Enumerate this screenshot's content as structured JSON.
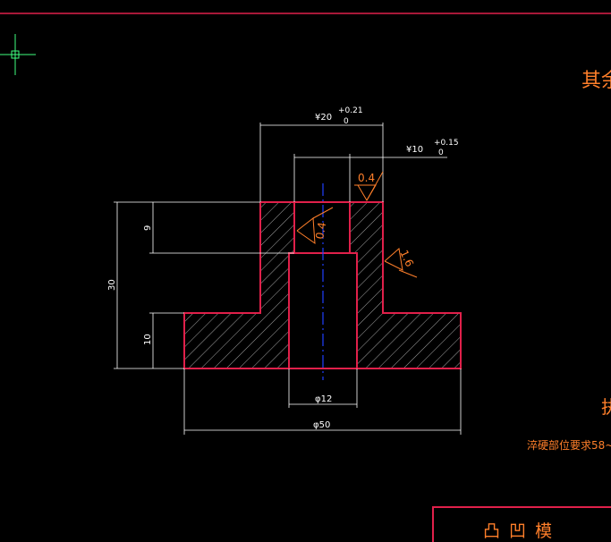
{
  "dimensions": {
    "bore_top_dia": "¥20",
    "bore_top_tol_upper": "+0.21",
    "bore_top_tol_lower": "0",
    "bore_inner_dia": "¥10",
    "bore_inner_tol_upper": "+0.15",
    "bore_inner_tol_lower": "0",
    "height_total": "30",
    "height_top": "9",
    "height_flange": "10",
    "hole_dia": "φ12",
    "outer_dia": "φ50"
  },
  "roughness": {
    "top_face": "0.4",
    "inner_face": "0.4",
    "outer_face": "1.6"
  },
  "notes": {
    "remaining_partial": "其余",
    "partial_char": "执",
    "hardness_req": "淬硬部位要求58~"
  },
  "title_block": {
    "name": "凸 凹 模"
  },
  "colors": {
    "background": "#000000",
    "outline": "#e0204a",
    "dimension": "#ffffff",
    "annotation": "#ff7f2a",
    "centerline": "#2040ff",
    "cursor": "#40ff80"
  }
}
